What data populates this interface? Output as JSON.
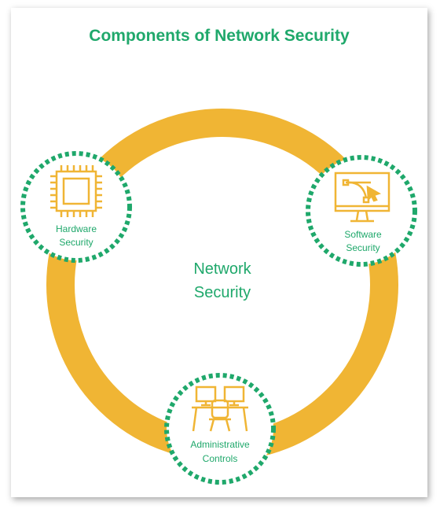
{
  "title": "Components of Network Security",
  "center": {
    "line1": "Network",
    "line2": "Security"
  },
  "nodes": {
    "hardware": {
      "line1": "Hardware",
      "line2": "Security",
      "icon": "cpu-chip-icon"
    },
    "software": {
      "line1": "Software",
      "line2": "Security",
      "icon": "monitor-vector-icon"
    },
    "admin": {
      "line1": "Administrative",
      "line2": "Controls",
      "icon": "workstation-desks-icon"
    }
  },
  "colors": {
    "ring": "#f0b534",
    "accent": "#1fa86b",
    "icon": "#f0b534"
  }
}
